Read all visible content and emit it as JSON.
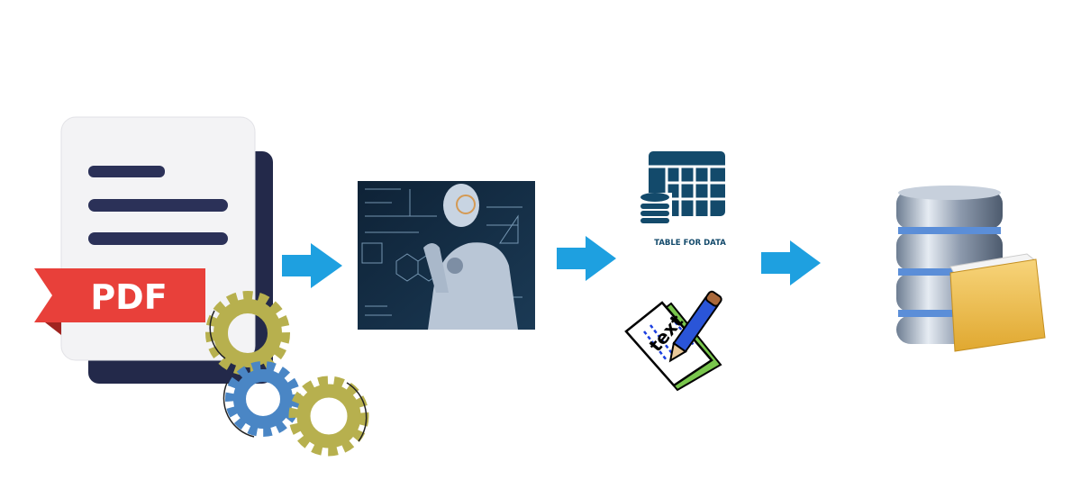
{
  "pdf_stage": {
    "badge_label": "PDF"
  },
  "table_stage": {
    "caption": "TABLE FOR DATA"
  },
  "text_stage": {
    "icon_label": "text"
  },
  "colors": {
    "arrow": "#1ea0e0",
    "pdf_ribbon": "#e8403a",
    "doc_back": "#23294a",
    "doc_lines": "#2b3158",
    "gear_olive": "#b7b04e",
    "gear_blue": "#4a86c5",
    "table_icon": "#134a6b",
    "folder": "#f0c050"
  },
  "icons": [
    "pdf-document-icon",
    "gears-icon",
    "arrow-right-icon",
    "ai-robot-image",
    "table-database-icon",
    "text-edit-icon",
    "database-folder-icon"
  ]
}
